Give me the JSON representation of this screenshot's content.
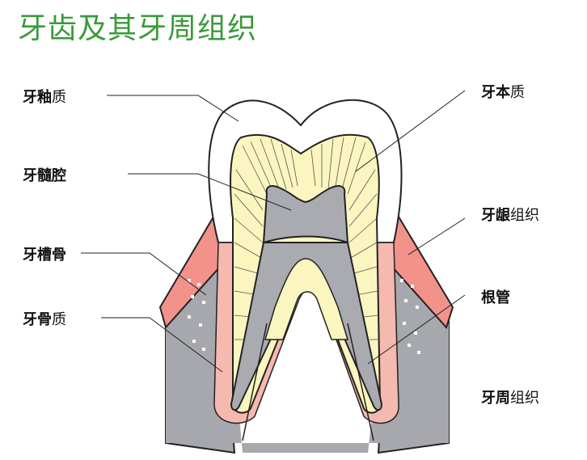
{
  "title": "牙齿及其牙周组织",
  "labels": {
    "enamel": {
      "bold": "牙釉",
      "rest": "质"
    },
    "pulp": {
      "bold": "牙髓腔",
      "rest": ""
    },
    "alveolar": {
      "bold": "牙槽骨",
      "rest": ""
    },
    "cementum": {
      "bold": "牙骨",
      "rest": "质"
    },
    "dentin": {
      "bold": "牙本",
      "rest": "质"
    },
    "gingiva": {
      "bold": "牙龈",
      "rest": "组织"
    },
    "root_canal": {
      "bold": "根管",
      "rest": ""
    },
    "periodontal": {
      "bold": "牙周",
      "rest": "组织"
    }
  },
  "colors": {
    "title": "#3a9a3a",
    "enamel": "#ffffff",
    "dentin": "#fbf5bf",
    "pulp": "#a9abb0",
    "gum": "#f2928a",
    "bone": "#a6a8ad",
    "cementum": "#f5b9b0"
  }
}
